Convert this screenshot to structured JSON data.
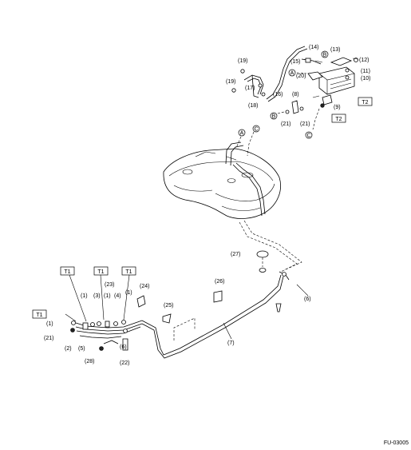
{
  "figure_id": "FU-03005",
  "reference_boxes": [
    "T1",
    "T2"
  ],
  "connection_letters": [
    "A",
    "B",
    "C"
  ],
  "callouts": {
    "c1": "(1)",
    "c2": "(2)",
    "c3": "(3)",
    "c4": "(4)",
    "c5": "(5)",
    "c6": "(6)",
    "c7": "(7)",
    "c8": "(8)",
    "c9": "(9)",
    "c10": "(10)",
    "c11": "(11)",
    "c12": "(12)",
    "c13": "(13)",
    "c14": "(14)",
    "c15": "(15)",
    "c16": "(16)",
    "c17": "(17)",
    "c18": "(18)",
    "c19": "(19)",
    "c20": "(20)",
    "c21": "(21)",
    "c22": "(22)",
    "c23": "(23)",
    "c24": "(24)",
    "c25": "(25)",
    "c26": "(26)",
    "c27": "(27)",
    "c28": "(28)"
  }
}
